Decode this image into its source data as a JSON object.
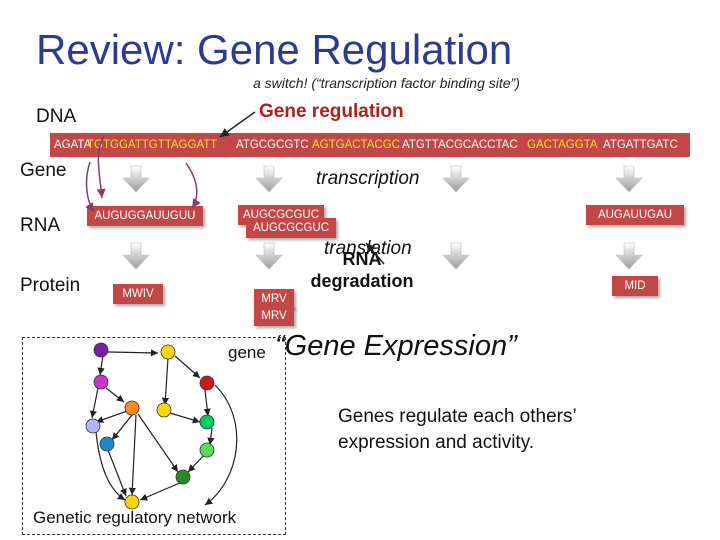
{
  "title": "Review: Gene Regulation",
  "switch_note": "a switch! (“transcription factor binding site”)",
  "gene_regulation": "Gene regulation",
  "row_labels": {
    "dna": "DNA",
    "gene": "Gene",
    "rna": "RNA",
    "protein": "Protein"
  },
  "dna_segments": [
    {
      "text": "AGATA",
      "color": "white"
    },
    {
      "text": "TGTGGATTGTTAGGATT",
      "color": "yellow"
    },
    {
      "text": "ATGCGCGTC",
      "color": "white"
    },
    {
      "text": "AGTGACTACGC",
      "color": "yellow"
    },
    {
      "text": "ATGTTACGCACCTAC",
      "color": "white"
    },
    {
      "text": "GACTAGGTA",
      "color": "yellow"
    },
    {
      "text": "ATGATTGATC",
      "color": "white"
    }
  ],
  "transcription": "transcription",
  "rna_boxes": [
    "AUGUGGAUUGUU",
    "AUGCGCGUC",
    "AUGCGCGUC",
    "AUGAUUGAU"
  ],
  "translation": "translation",
  "rna_degradation": "RNA degradation",
  "protein_boxes": [
    "MWIV",
    "MRV",
    "MRV",
    "MID"
  ],
  "gene_small": "gene",
  "gene_expression": "“Gene Expression”",
  "genes_regulate": "Genes regulate each others’ expression and activity.",
  "grn_label": "Genetic regulatory network",
  "colors": {
    "title": "#2d3b8e",
    "strip": "#c24747",
    "highlight": "#ffdd33",
    "regulation": "#b02020",
    "bracket": "#8b3a6e"
  },
  "network_node_colors": [
    "#7a1fa0",
    "#cc33cc",
    "#ff8c1a",
    "#ffd700",
    "#cc1a1a",
    "#2a8a2a",
    "#00cc66",
    "#1a8acc",
    "#b3b3ff",
    "#55dd55"
  ]
}
